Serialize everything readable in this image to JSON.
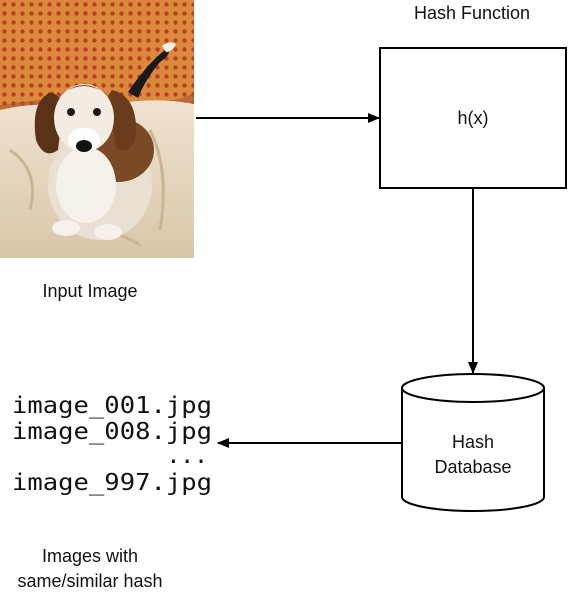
{
  "hash_function": {
    "title": "Hash Function",
    "formula": "h(x)"
  },
  "input_image": {
    "caption": "Input Image"
  },
  "database": {
    "line1": "Hash",
    "line2": "Database"
  },
  "results": {
    "files": [
      "image_001.jpg",
      "image_008.jpg"
    ],
    "ellipsis": "...",
    "last_file": "image_997.jpg",
    "caption_line1": "Images with",
    "caption_line2": "same/similar hash"
  },
  "colors": {
    "stroke": "#000000",
    "text": "#111111"
  }
}
